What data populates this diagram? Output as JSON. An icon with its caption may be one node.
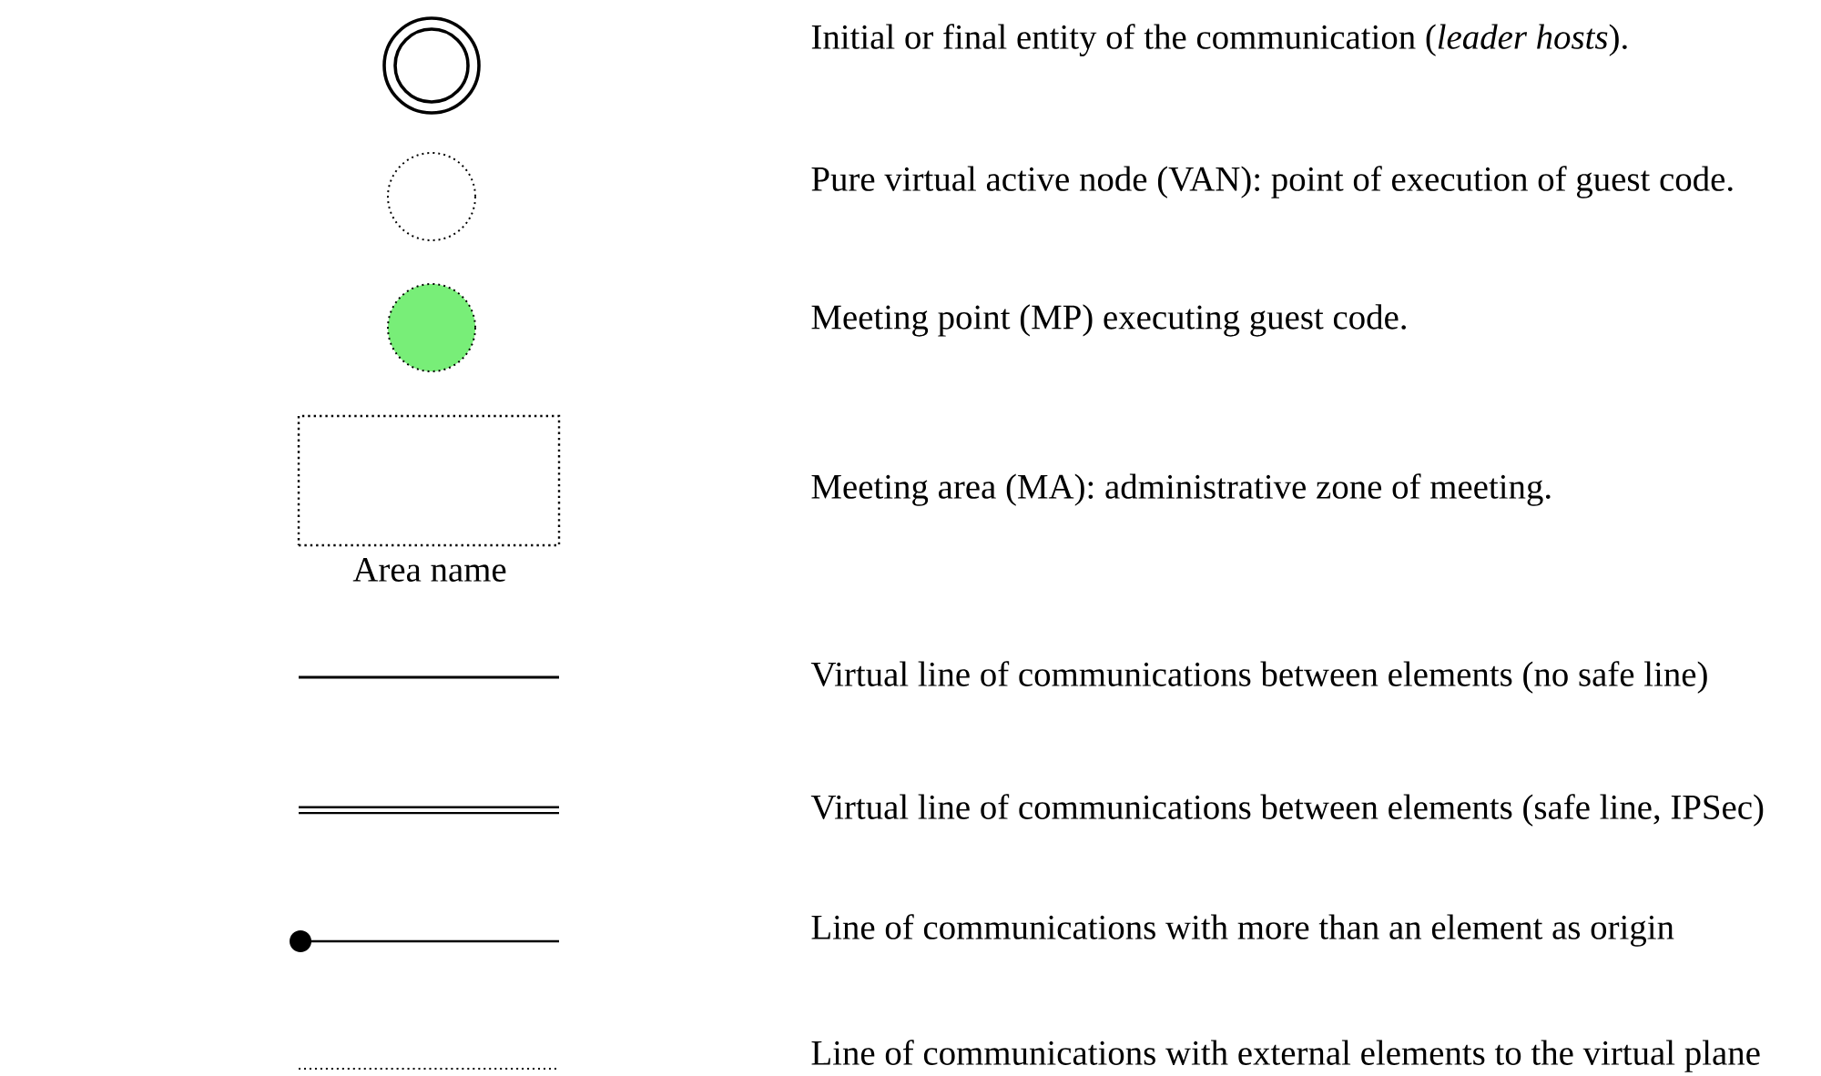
{
  "diagram": {
    "nodes": [
      {
        "text": [
          "Area name"
        ]
      }
    ],
    "legend": [
      {
        "text": "Initial or final entity of the communication (*leader hosts*)."
      },
      {
        "text": "Pure virtual active node (VAN): point of execution of guest code."
      },
      {
        "text": "Meeting point (MP) executing guest code."
      },
      {
        "text": "Meeting area (MA): administrative zone of meeting."
      },
      {
        "text": "Virtual line of communications between elements (no safe line)"
      },
      {
        "text": "Virtual line of communications between elements (safe line, IPSec)"
      },
      {
        "text": "Line of communications with more than an element as origin"
      },
      {
        "text": "Line of communications with external elements to the virtual plane"
      }
    ]
  }
}
